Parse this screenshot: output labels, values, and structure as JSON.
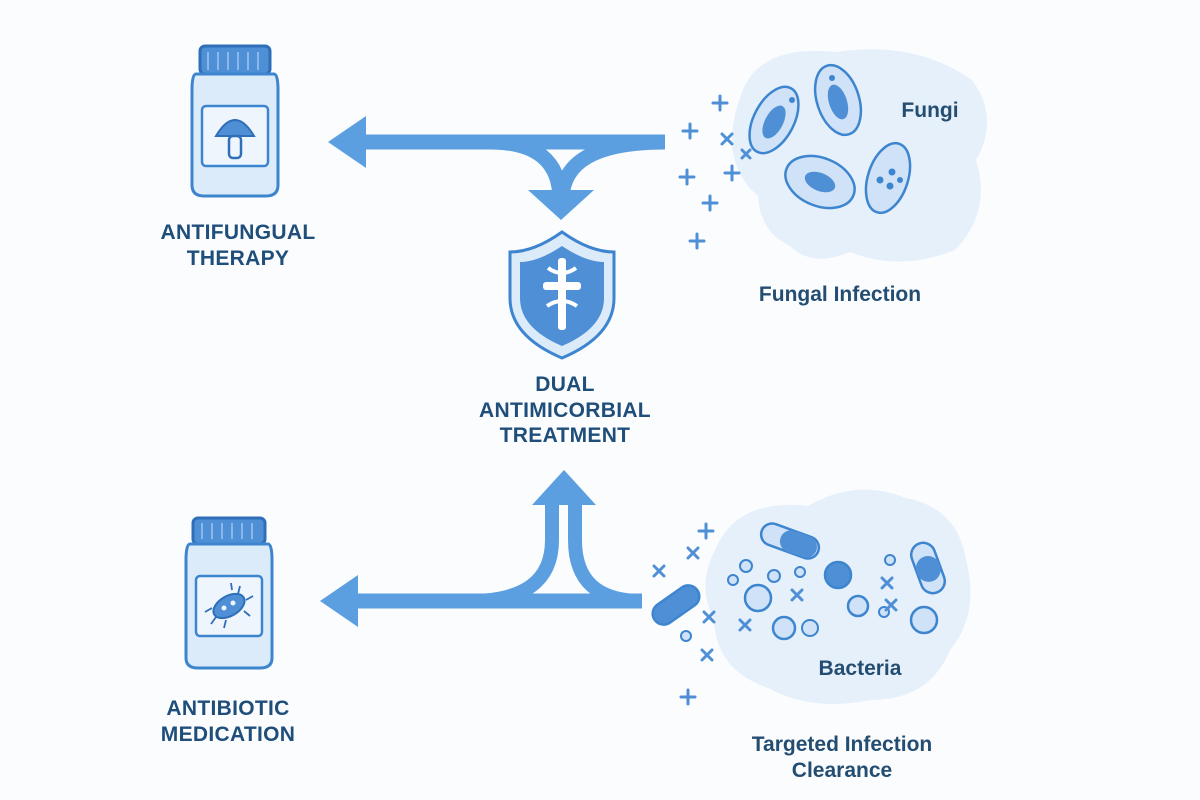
{
  "labels": {
    "antifungal_therapy": [
      "ANTIFUNGUAL",
      "THERAPY"
    ],
    "dual_treatment": [
      "DUAL",
      "ANTIMICORBIAL",
      "TREATMENT"
    ],
    "antibiotic_medication": [
      "ANTIBIOTIC",
      "MEDICATION"
    ],
    "fungi": "Fungi",
    "fungal_infection": "Fungal Infection",
    "bacteria": "Bacteria",
    "targeted_clearance": [
      "Targeted Infection",
      "Clearance"
    ]
  },
  "icons": {
    "antifungal_bottle": "mushroom-pill-bottle-icon",
    "antibiotic_bottle": "bacterium-pill-bottle-icon",
    "dual_shield": "shield-caduceus-icon",
    "fungi_cluster": "fungal-cells-icon",
    "bacteria_cluster": "bacteria-cells-icon"
  },
  "colors": {
    "primary": "#3d85cf",
    "arrow": "#5b9fe0",
    "fill_light": "#dcebfa",
    "blob": "#e6f0fa",
    "text": "#1f4e7a"
  }
}
